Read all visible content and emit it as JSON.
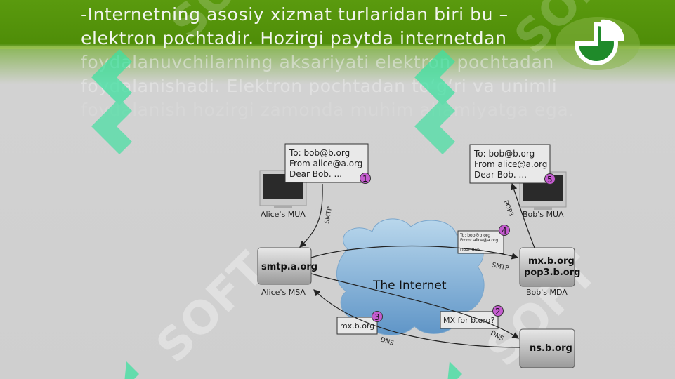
{
  "slide": {
    "lines": [
      "-Internetning asosiy xizmat turlaridan biri bu –",
      "elektron pochtadir. Hozirgi paytda internetdan",
      "foydalanuvchilarning aksariyati elektron pochtadan",
      "foydalanishadi. Elektron pochtadan to‘g‘ri va unimli",
      "foydalanish hozirgi zamonda muhim ahamiyatga ega."
    ]
  },
  "diagram": {
    "internet_label": "The Internet",
    "alice_mua": "Alice's MUA",
    "bob_mua": "Bob's MUA",
    "smtp_server": "smtp.a.org",
    "alice_msa": "Alice's MSA",
    "mx_server_line1": "mx.b.org",
    "mx_server_line2": "pop3.b.org",
    "bob_mda": "Bob's MDA",
    "ns_server": "ns.b.org",
    "note1": [
      "To: bob@b.org",
      "From alice@a.org",
      "Dear Bob. ..."
    ],
    "note5": [
      "To: bob@b.org",
      "From alice@a.org",
      "Dear Bob. ..."
    ],
    "note4": [
      "To: bob@b.org",
      "From: alice@a.org",
      "",
      "Dear Bob. ..."
    ],
    "mx_query": "MX for b.org?",
    "mx_answer": "mx.b.org",
    "step1": "1",
    "step2": "2",
    "step3": "3",
    "step4": "4",
    "step5": "5",
    "proto_smtp_1": "SMTP",
    "proto_smtp_2": "SMTP",
    "proto_pop3": "POP3",
    "proto_dns_1": "DNS",
    "proto_dns_2": "DNS"
  },
  "watermark": "SOFT",
  "colors": {
    "header_green": "#4f8d08",
    "watermark_green": "#35d99a",
    "step_badge": "#c45ccf"
  }
}
